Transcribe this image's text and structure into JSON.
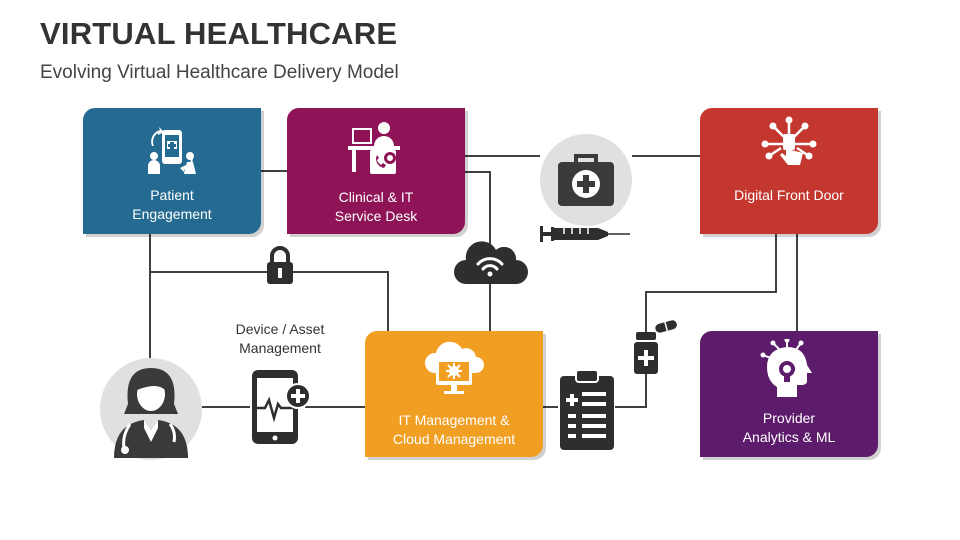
{
  "header": {
    "title": "VIRTUAL HEALTHCARE",
    "subtitle": "Evolving Virtual Healthcare Delivery Model"
  },
  "nodes": {
    "patient_engagement": {
      "line1": "Patient",
      "line2": "Engagement",
      "color": "#256a91",
      "icon": "patient-phone-icon"
    },
    "clinical_it": {
      "line1": "Clinical & IT",
      "line2": "Service Desk",
      "color": "#8e1457",
      "icon": "service-desk-icon"
    },
    "digital_front_door": {
      "line1": "Digital Front Door",
      "color": "#c4372e",
      "icon": "touch-network-icon"
    },
    "provider_analytics": {
      "line1": "Provider",
      "line2": "Analytics & ML",
      "color": "#5c1b6b",
      "icon": "head-bulb-icon"
    },
    "it_management": {
      "line1": "IT Management &",
      "line2": "Cloud Management",
      "color": "#f19f23",
      "icon": "cloud-monitor-icon"
    }
  },
  "device_label": {
    "line1": "Device / Asset",
    "line2": "Management"
  },
  "icons": [
    "lock-icon",
    "wifi-cloud-icon",
    "medical-kit-icon",
    "syringe-icon",
    "medicine-bottle-icon",
    "pills-icon",
    "clipboard-icon",
    "smartphone-heartbeat-icon",
    "doctor-avatar-icon"
  ]
}
